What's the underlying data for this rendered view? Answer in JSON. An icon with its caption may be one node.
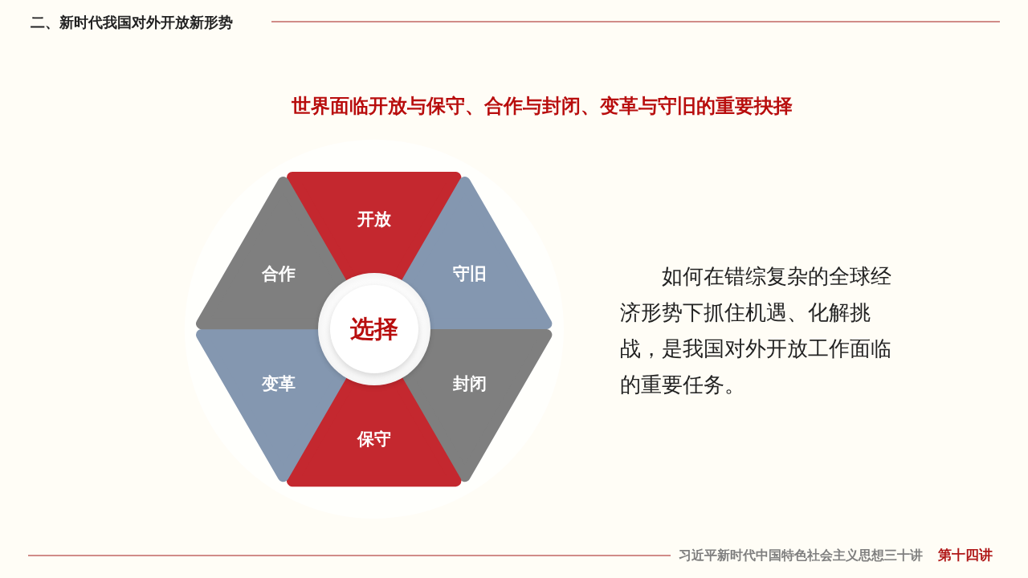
{
  "diagram": {
    "title": "世界面临开放与保守、合作与封闭、变革与守旧的重要抉择",
    "nodes": [
      {
        "text": [
          "开放"
        ]
      },
      {
        "text": [
          "守旧"
        ]
      },
      {
        "text": [
          "封闭"
        ]
      },
      {
        "text": [
          "保守"
        ]
      },
      {
        "text": [
          "变革"
        ]
      },
      {
        "text": [
          "合作"
        ]
      },
      {
        "text": [
          "选择"
        ]
      }
    ],
    "labels": [
      "二、新时代我国对外开放新形势",
      "如何在错综复杂的全球经济形势下抓住机遇、化解挑战，是我国对外开放工作面临的重要任务。",
      "习近平新时代中国特色社会主义思想三十讲",
      "第十四讲"
    ]
  }
}
